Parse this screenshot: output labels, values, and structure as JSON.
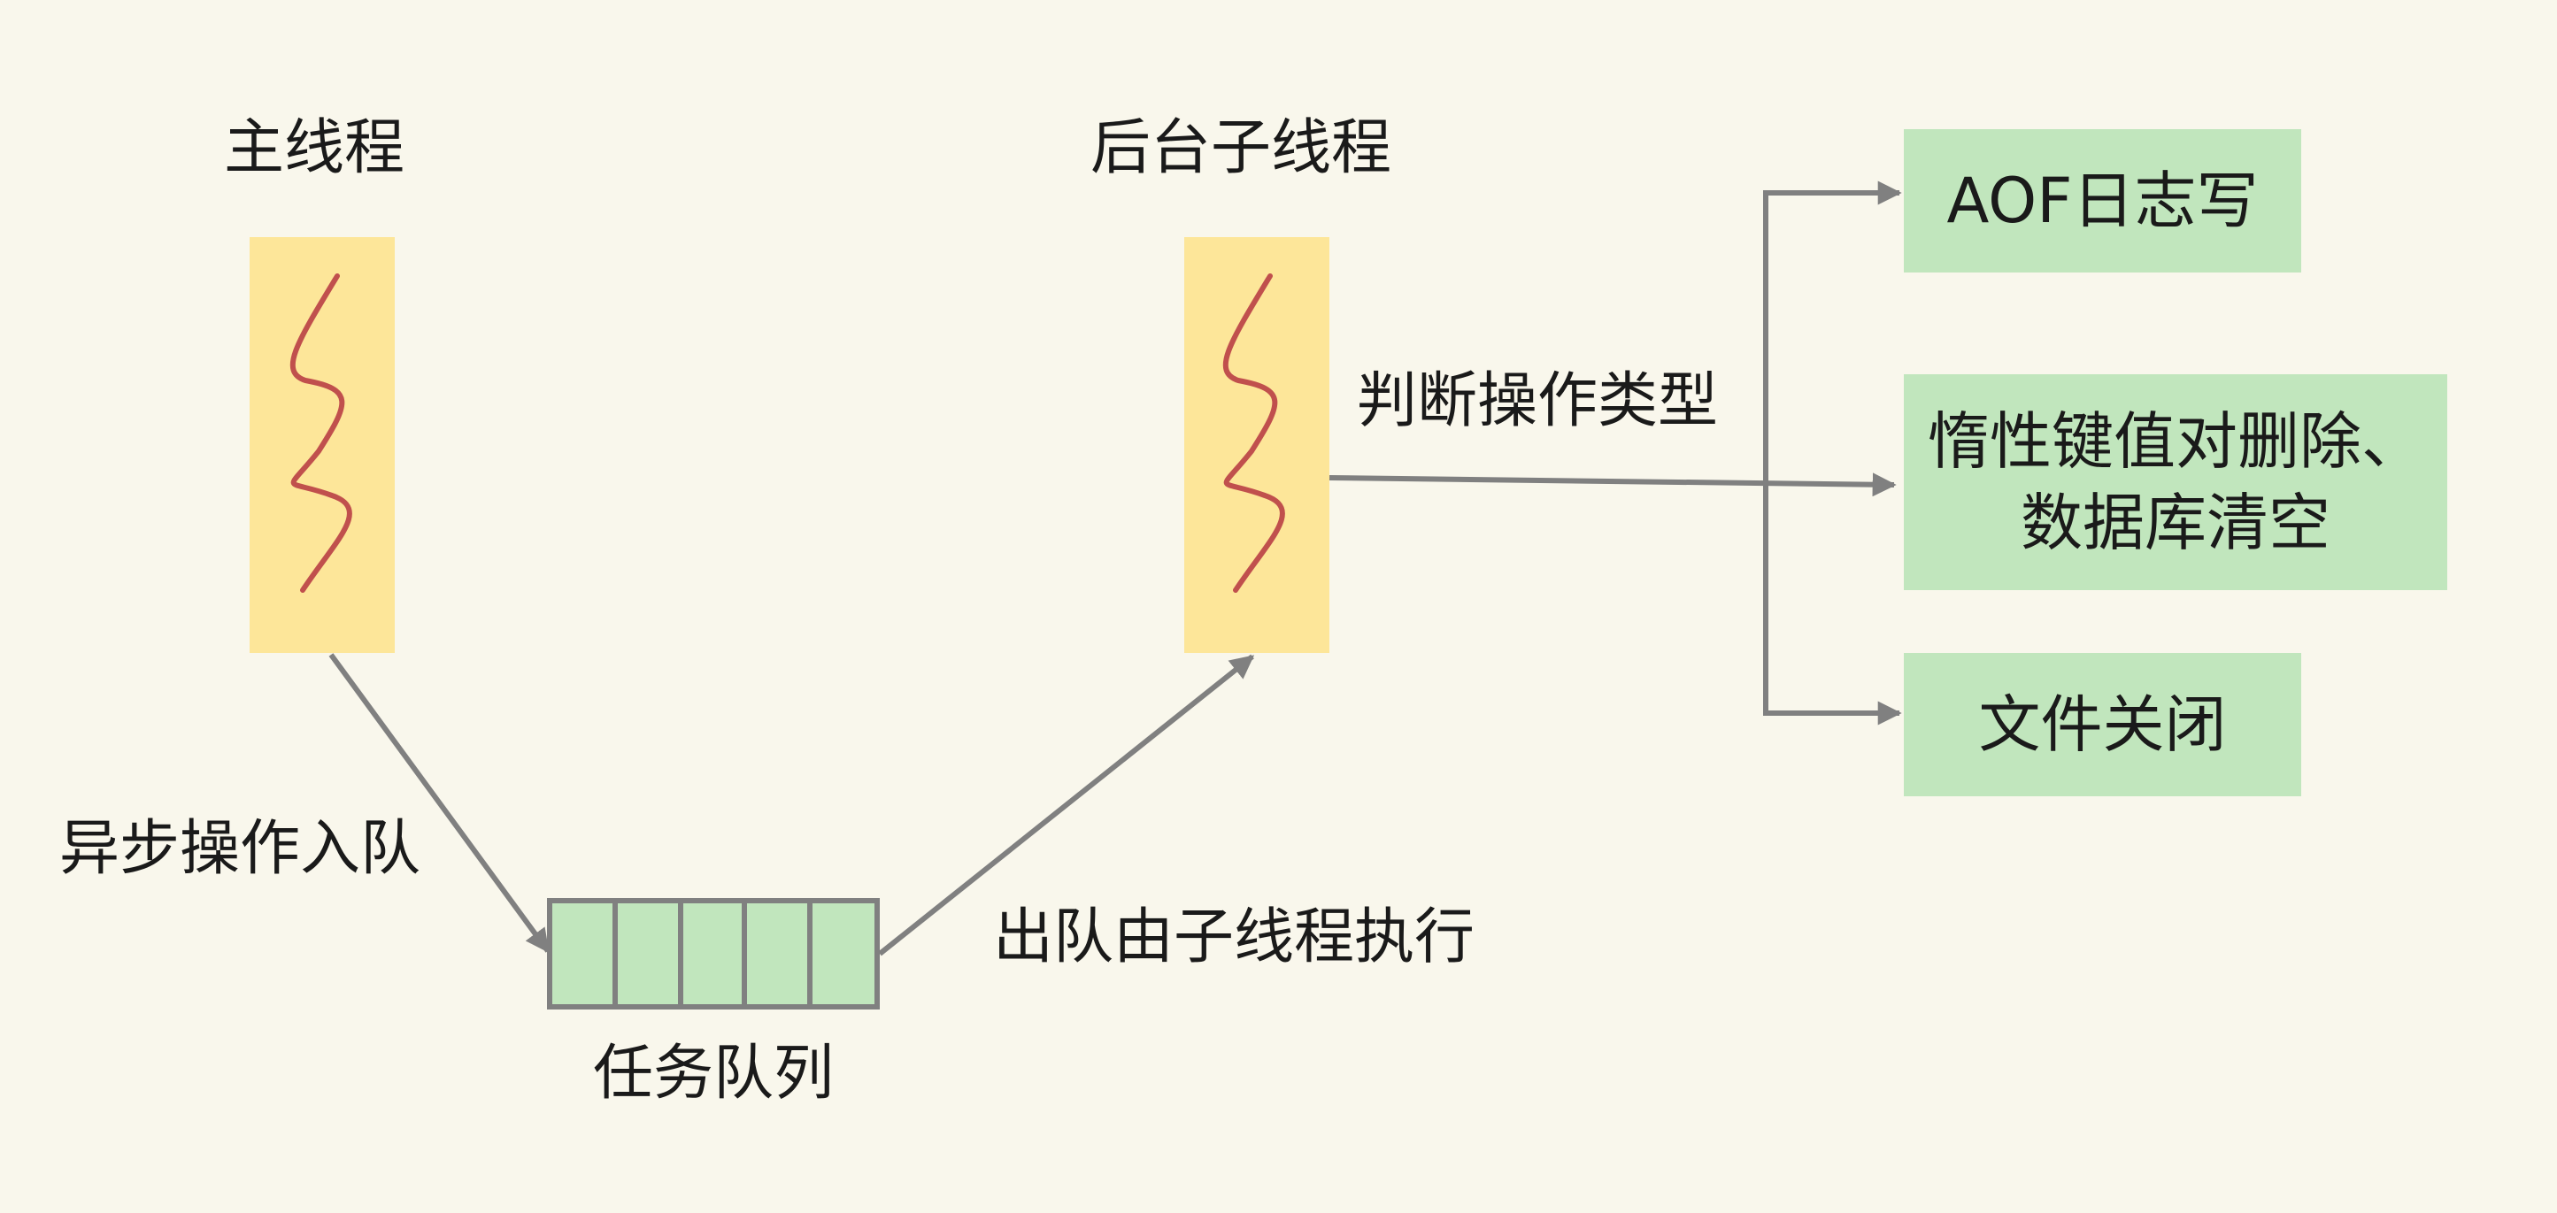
{
  "labels": {
    "main_thread": "主线程",
    "background_thread": "后台子线程",
    "enqueue": "异步操作入队",
    "dequeue": "出队由子线程执行",
    "task_queue": "任务队列",
    "judge_type": "判断操作类型"
  },
  "results": {
    "aof": "AOF日志写",
    "delete_line1": "惰性键值对删除、",
    "delete_line2": "数据库清空",
    "file_close": "文件关闭"
  },
  "colors": {
    "background": "#f9f7ec",
    "thread_fill": "#fde699",
    "thread_wave": "#c0504d",
    "queue_fill": "#c1e6bd",
    "result_fill": "#c1e6bd",
    "arrow": "#808080"
  }
}
